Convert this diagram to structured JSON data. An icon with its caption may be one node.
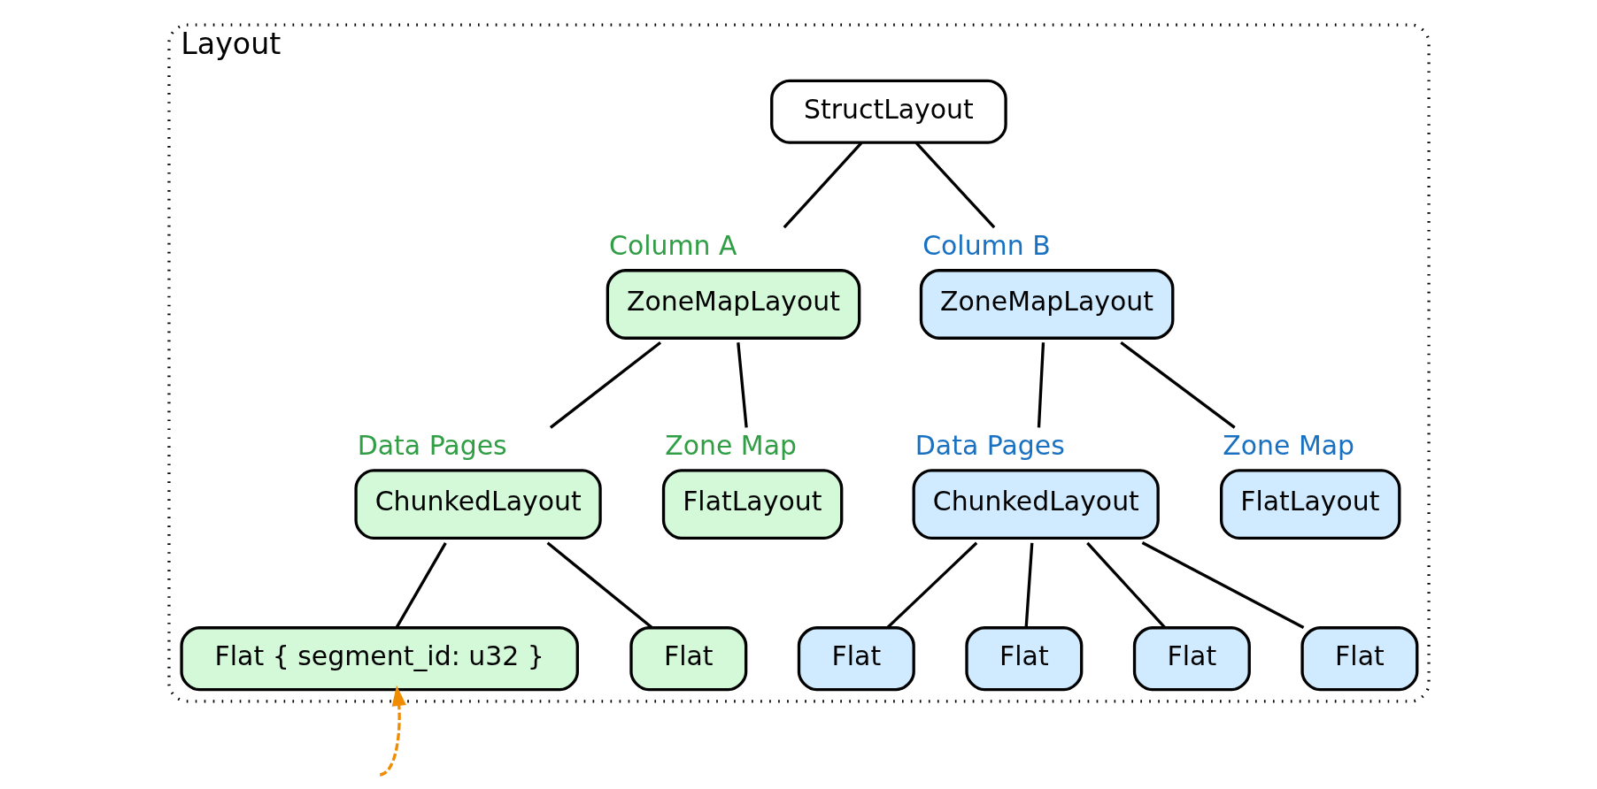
{
  "diagram": {
    "nodes": [
      {
        "text": [
          "Layout"
        ]
      },
      {
        "text": [
          "StructLayout"
        ],
        "in": 0
      },
      {
        "text": [
          "ZoneMapLayout"
        ],
        "beside": [
          "Column A"
        ],
        "in": 0
      },
      {
        "text": [
          "ZoneMapLayout"
        ],
        "beside": [
          "Column B"
        ],
        "in": 0
      },
      {
        "text": [
          "ChunkedLayout"
        ],
        "beside": [
          "Data Pages"
        ],
        "in": 0
      },
      {
        "text": [
          "FlatLayout"
        ],
        "beside": [
          "Zone Map"
        ],
        "in": 0
      },
      {
        "text": [
          "ChunkedLayout"
        ],
        "beside": [
          "Data Pages"
        ],
        "in": 0
      },
      {
        "text": [
          "FlatLayout"
        ],
        "beside": [
          "Zone Map"
        ],
        "in": 0
      },
      {
        "text": [
          "Flat { segment_id: u32 }"
        ],
        "in": 0
      },
      {
        "text": [
          "Flat"
        ],
        "in": 0
      },
      {
        "text": [
          "Flat"
        ],
        "in": 0
      },
      {
        "text": [
          "Flat"
        ],
        "in": 0
      },
      {
        "text": [
          "Flat"
        ],
        "in": 0
      },
      {
        "text": [
          "Flat"
        ],
        "in": 0
      }
    ],
    "edges": [
      {
        "from": 1,
        "to": 2,
        "arrow": "none"
      },
      {
        "from": 1,
        "to": 3,
        "arrow": "none"
      },
      {
        "from": 2,
        "to": 4,
        "arrow": "none"
      },
      {
        "from": 2,
        "to": 5,
        "arrow": "none"
      },
      {
        "from": 3,
        "to": 6,
        "arrow": "none"
      },
      {
        "from": 3,
        "to": 7,
        "arrow": "none"
      },
      {
        "from": 4,
        "to": 8,
        "arrow": "none"
      },
      {
        "from": 4,
        "to": 9,
        "arrow": "none"
      },
      {
        "from": 6,
        "to": 10,
        "arrow": "none"
      },
      {
        "from": 6,
        "to": 11,
        "arrow": "none"
      },
      {
        "from": 6,
        "to": 12,
        "arrow": "none"
      },
      {
        "from": 6,
        "to": 13,
        "arrow": "none"
      },
      {
        "from": null,
        "to": 8,
        "arrow": "to",
        "style": "dashed",
        "color": "#f08c00"
      }
    ]
  }
}
